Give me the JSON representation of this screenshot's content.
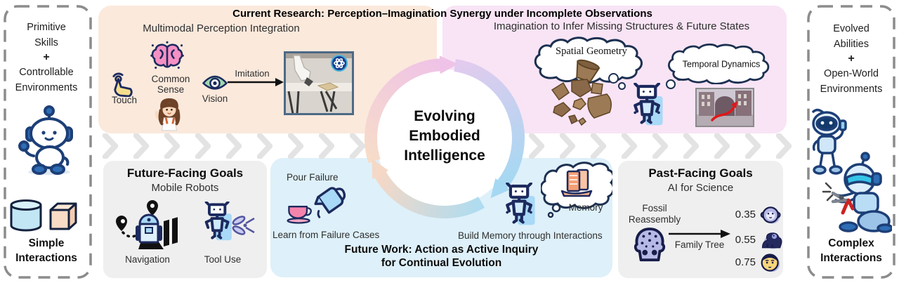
{
  "header": {
    "title": "Current Research: Perception–Imagination Synergy under Incomplete Observations"
  },
  "left_sidebar": {
    "lines": [
      "Primitive",
      "Skills",
      "+",
      "Controllable",
      "Environments"
    ],
    "bottom_1": "Simple",
    "bottom_2": "Interactions"
  },
  "right_sidebar": {
    "lines": [
      "Evolved",
      "Abilities",
      "+",
      "Open-World",
      "Environments"
    ],
    "bottom_1": "Complex",
    "bottom_2": "Interactions"
  },
  "perception": {
    "title": "Multimodal Perception Integration",
    "touch_label": "Touch",
    "common_sense_1": "Common",
    "common_sense_2": "Sense",
    "vision_label": "Vision",
    "imitation_label": "Imitation"
  },
  "imagination": {
    "title": "Imagination to Infer Missing Structures & Future States",
    "spatial_label": "Spatial Geometry",
    "temporal_label": "Temporal Dynamics"
  },
  "center": {
    "line1": "Evolving",
    "line2": "Embodied",
    "line3": "Intelligence"
  },
  "future_goals": {
    "title": "Future-Facing Goals",
    "subtitle": "Mobile Robots",
    "nav_label": "Navigation",
    "tool_label": "Tool Use"
  },
  "future_work": {
    "pour_label": "Pour Failure",
    "learn_label": "Learn from Failure Cases",
    "memory_label": "Memory",
    "build_label": "Build Memory through Interactions",
    "title_1": "Future Work: Action as Active Inquiry",
    "title_2": "for Continual Evolution"
  },
  "past_goals": {
    "title": "Past-Facing Goals",
    "subtitle": "AI for Science",
    "fossil_1": "Fossil",
    "fossil_2": "Reassembly",
    "family_tree_label": "Family Tree",
    "scores": [
      {
        "value": "0.35"
      },
      {
        "value": "0.55"
      },
      {
        "value": "0.75"
      }
    ]
  },
  "icons": {
    "touch": "touch-hand-icon",
    "common_sense": "brain-icon",
    "vision": "eye-icon",
    "imitation_photo": "robot-arm-photo",
    "spatial": "broken-pot-icon",
    "temporal": "street-photo",
    "robot": "robot-icon",
    "memory": "card-index-icon",
    "pour": "teacup-and-pitcher-icons",
    "navigation": "map-route-robot-icon",
    "tool_use": "robot-scissors-icon",
    "fossil": "skull-icon",
    "family": [
      "monkey-icon",
      "gorilla-icon",
      "human-icon"
    ],
    "simple_objects": [
      "cylinder-icon",
      "cube-icon"
    ]
  },
  "colors": {
    "perception_panel_bg": "#fbe9dc",
    "imagination_panel_bg": "#f8e4f5",
    "future_work_panel_bg": "#def0f9",
    "goals_panel_bg": "#efefef",
    "dashed_border": "#8c8c8c",
    "navy_outline": "#1c2a5e",
    "ring_pink": "#efc3e7",
    "ring_blue": "#a5d8f2",
    "ring_peach": "#f5d8c6",
    "chevron": "#e3e3e3"
  }
}
